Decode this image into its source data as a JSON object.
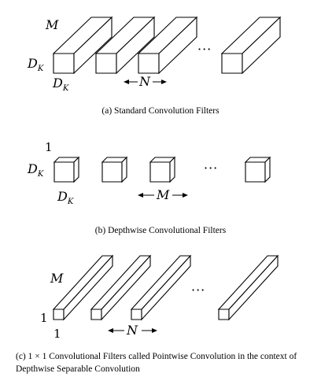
{
  "panel_a": {
    "M": "M",
    "DK_left": "D",
    "DK_left_sub": "K",
    "DK_bottom": "D",
    "DK_bottom_sub": "K",
    "N": "N",
    "ellipsis": "···",
    "caption": "(a) Standard Convolution Filters"
  },
  "panel_b": {
    "one": "1",
    "DK_left": "D",
    "DK_left_sub": "K",
    "DK_bottom": "D",
    "DK_bottom_sub": "K",
    "M": "M",
    "ellipsis": "···",
    "caption": "(b) Depthwise Convolutional Filters"
  },
  "panel_c": {
    "M": "M",
    "one_left": "1",
    "one_bottom": "1",
    "N": "N",
    "ellipsis": "···",
    "caption": "(c) 1 × 1 Convolutional Filters called Pointwise Convolution in the context of Depthwise Separable Convolution"
  }
}
